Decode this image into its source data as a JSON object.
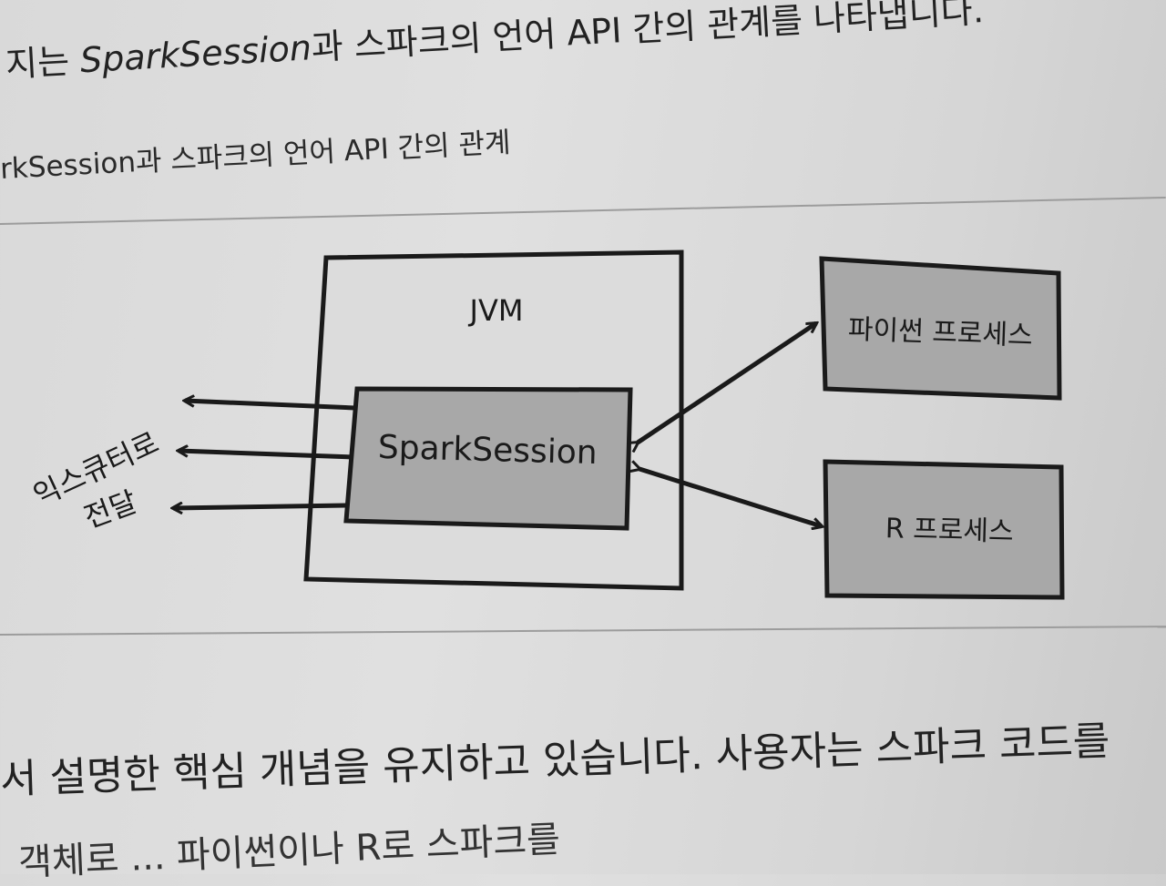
{
  "text": {
    "top_prefix": "지는 ",
    "top_italic": "SparkSession",
    "top_rest": "과 스파크의 언어 API 간의 관계를 나타냅니다.",
    "caption": "rkSession과 스파크의 언어 API 간의 관계",
    "bottom": "서 설명한 핵심 개념을 유지하고 있습니다. 사용자는 스파크 코드를",
    "last": "객체로 ... 파이썬이나 R로 스파크를"
  },
  "diagram": {
    "jvm_label": "JVM",
    "session_label": "SparkSession",
    "python_label": "파이썬 프로세스",
    "r_label": "R 프로세스",
    "executor_label_line1": "익스큐터로",
    "executor_label_line2": "전달"
  },
  "colors": {
    "box_fill": "#a8a8a8",
    "jvm_fill": "#dcdcdc",
    "stroke": "#1a1a1a"
  }
}
